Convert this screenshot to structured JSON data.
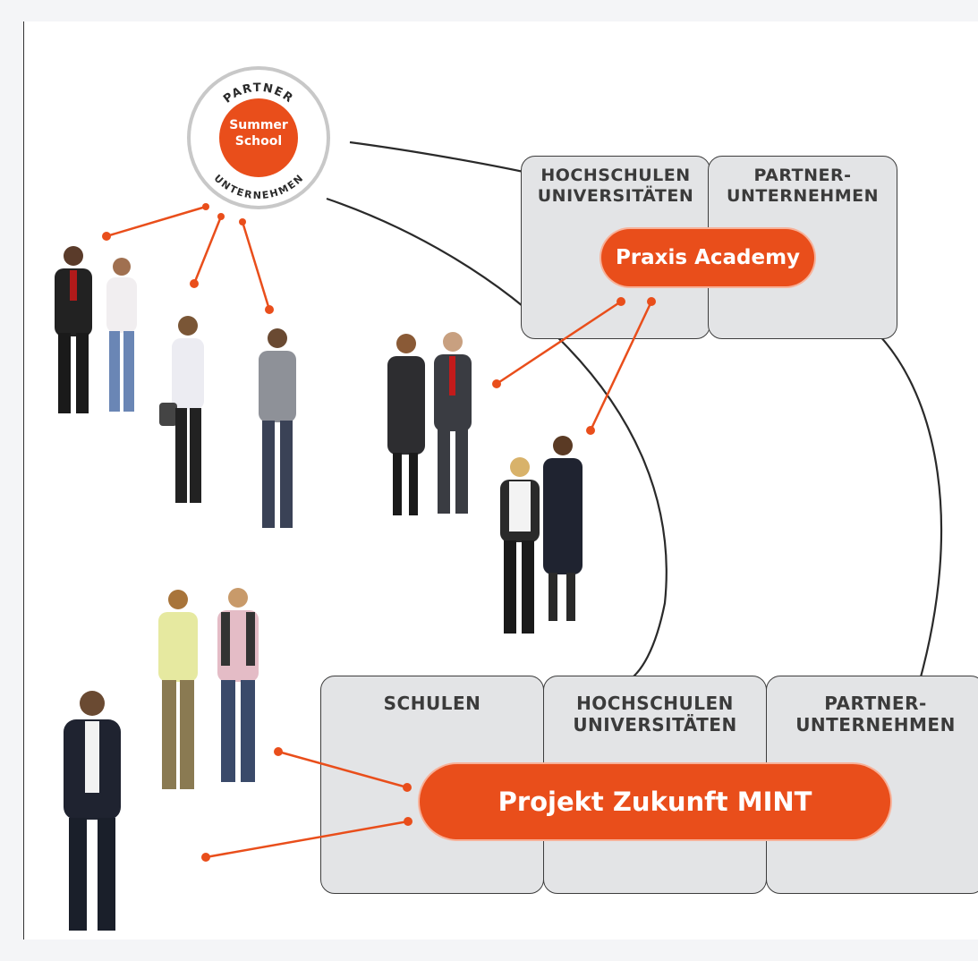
{
  "partner_circle": {
    "top_text": "PARTNER",
    "bottom_text": "UNTERNEHMEN",
    "center_label": "Summer\nSchool"
  },
  "praxis_group": {
    "box_left": "HOCHSCHULEN\nUNIVERSITÄTEN",
    "box_right": "PARTNER-\nUNTERNEHMEN",
    "pill_label": "Praxis Academy"
  },
  "mint_group": {
    "box_left": "SCHULEN",
    "box_middle": "HOCHSCHULEN\nUNIVERSITÄTEN",
    "box_right": "PARTNER-\nUNTERNEHMEN",
    "pill_label": "Projekt Zukunft MINT"
  },
  "colors": {
    "accent": "#e94e1b",
    "box_fill": "#e3e4e6",
    "outline": "#2a2a2a"
  }
}
